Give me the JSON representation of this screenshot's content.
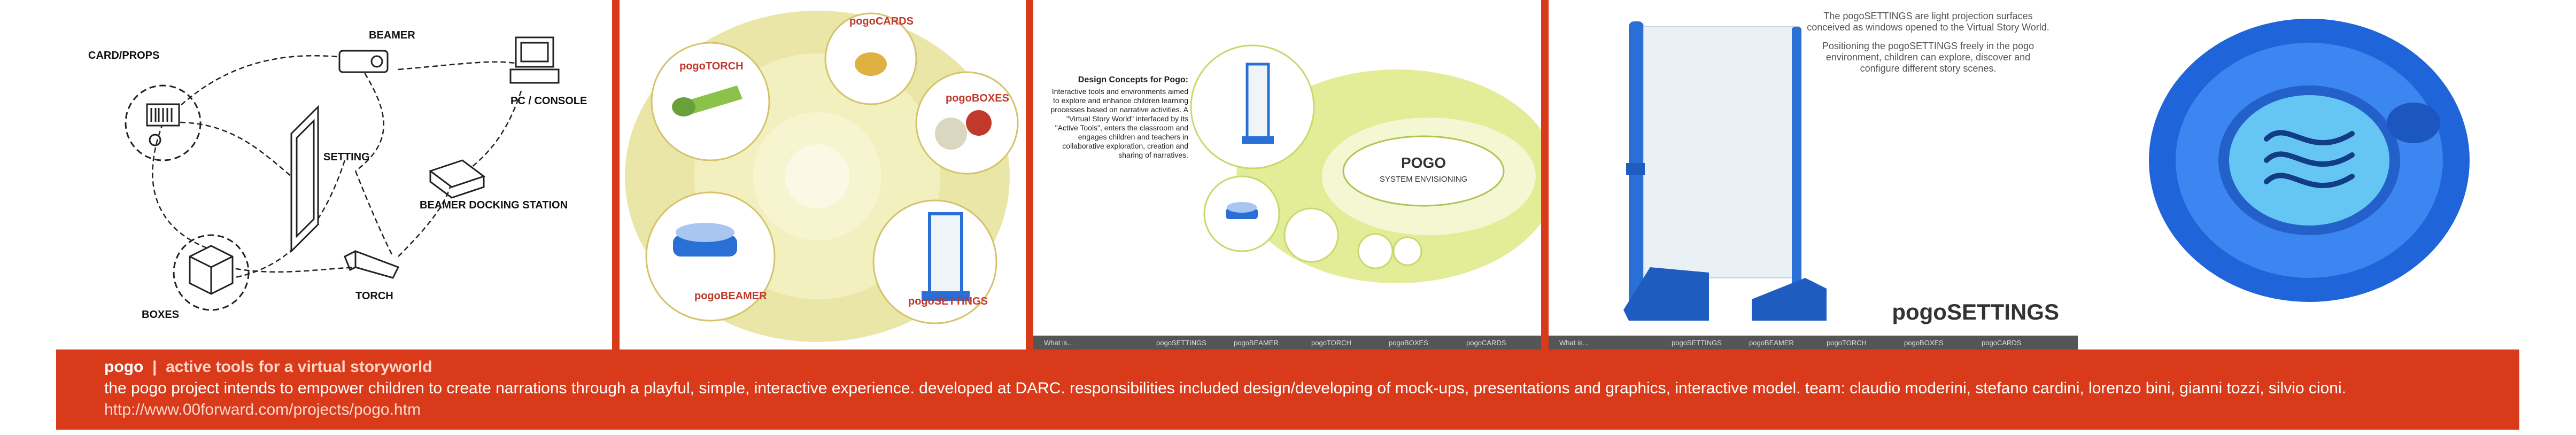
{
  "panel1": {
    "labels": {
      "card_props": "CARD/PROPS",
      "beamer": "BEAMER",
      "pc_console": "PC / CONSOLE",
      "setting": "SETTING",
      "beamer_docking_station": "BEAMER DOCKING STATION",
      "boxes": "BOXES",
      "torch": "TORCH"
    }
  },
  "panel2": {
    "labels": {
      "pogocards": "pogoCARDS",
      "pogotorch": "pogoTORCH",
      "pogoboxes": "pogoBOXES",
      "pogobeamer": "pogoBEAMER",
      "pogosettings": "pogoSETTINGS"
    }
  },
  "panel3": {
    "heading": "Design Concepts for Pogo:",
    "body": "Interactive tools and environments aimed to explore and enhance children learning processes based on narrative activities. A \"Virtual Story World\" interfaced by its \"Active Tools\", enters the classroom and engages children and teachers in collaborative exploration, creation and sharing of narratives.",
    "badge_title": "POGO",
    "badge_sub": "SYSTEM ENVISIONING",
    "nav": [
      "What is...",
      "pogoSETTINGS",
      "pogoBEAMER",
      "pogoTORCH",
      "pogoBOXES",
      "pogoCARDS"
    ]
  },
  "panel4": {
    "text1": "The pogoSETTINGS are light projection surfaces conceived as windows opened to the Virtual Story World.",
    "text2": "Positioning the pogoSETTINGS freely in the pogo environment, children can explore, discover and configure different story scenes.",
    "title": "pogoSETTINGS",
    "nav": [
      "What is...",
      "pogoSETTINGS",
      "pogoBEAMER",
      "pogoTORCH",
      "pogoBOXES",
      "pogoCARDS"
    ],
    "active_color": "#c8e04a"
  },
  "caption": {
    "brand": "pogo",
    "separator": "|",
    "tagline": "active tools for a virtual storyworld",
    "description": "the pogo project intends to empower children to create narrations through a playful, simple, interactive experience. developed at DARC. responsibilities included design/developing of mock-ups, presentations and graphics, interactive model. team: claudio moderini, stefano cardini, lorenzo bini, gianni tozzi, silvio cioni.",
    "url": "http://www.00forward.com/projects/pogo.htm"
  },
  "colors": {
    "accent": "#d93a1a",
    "lime": "#dfe98a",
    "blue": "#2a6fd6"
  }
}
